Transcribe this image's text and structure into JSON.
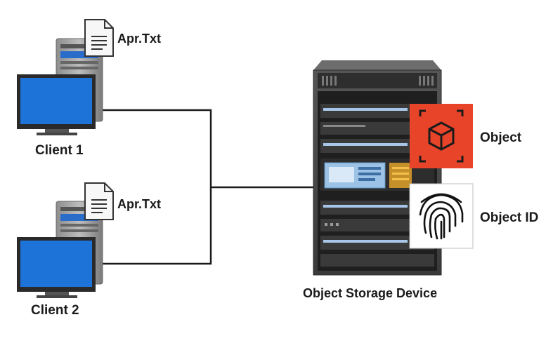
{
  "clients": [
    {
      "label": "Client 1",
      "file_label": "Apr.Txt",
      "icons": {
        "computer": "desktop-computer-icon",
        "file": "text-file-icon"
      }
    },
    {
      "label": "Client 2",
      "file_label": "Apr.Txt",
      "icons": {
        "computer": "desktop-computer-icon",
        "file": "text-file-icon"
      }
    }
  ],
  "storage": {
    "label": "Object Storage Device",
    "icon": "server-rack-icon"
  },
  "object": {
    "label": "Object",
    "icon": "cube-icon",
    "color": "#e8442a"
  },
  "object_id": {
    "label": "Object ID",
    "icon": "fingerprint-icon"
  },
  "colors": {
    "screen_blue": "#1e73d8",
    "rack_dark": "#2b2b2b",
    "connector_line": "#1a1a1a"
  }
}
